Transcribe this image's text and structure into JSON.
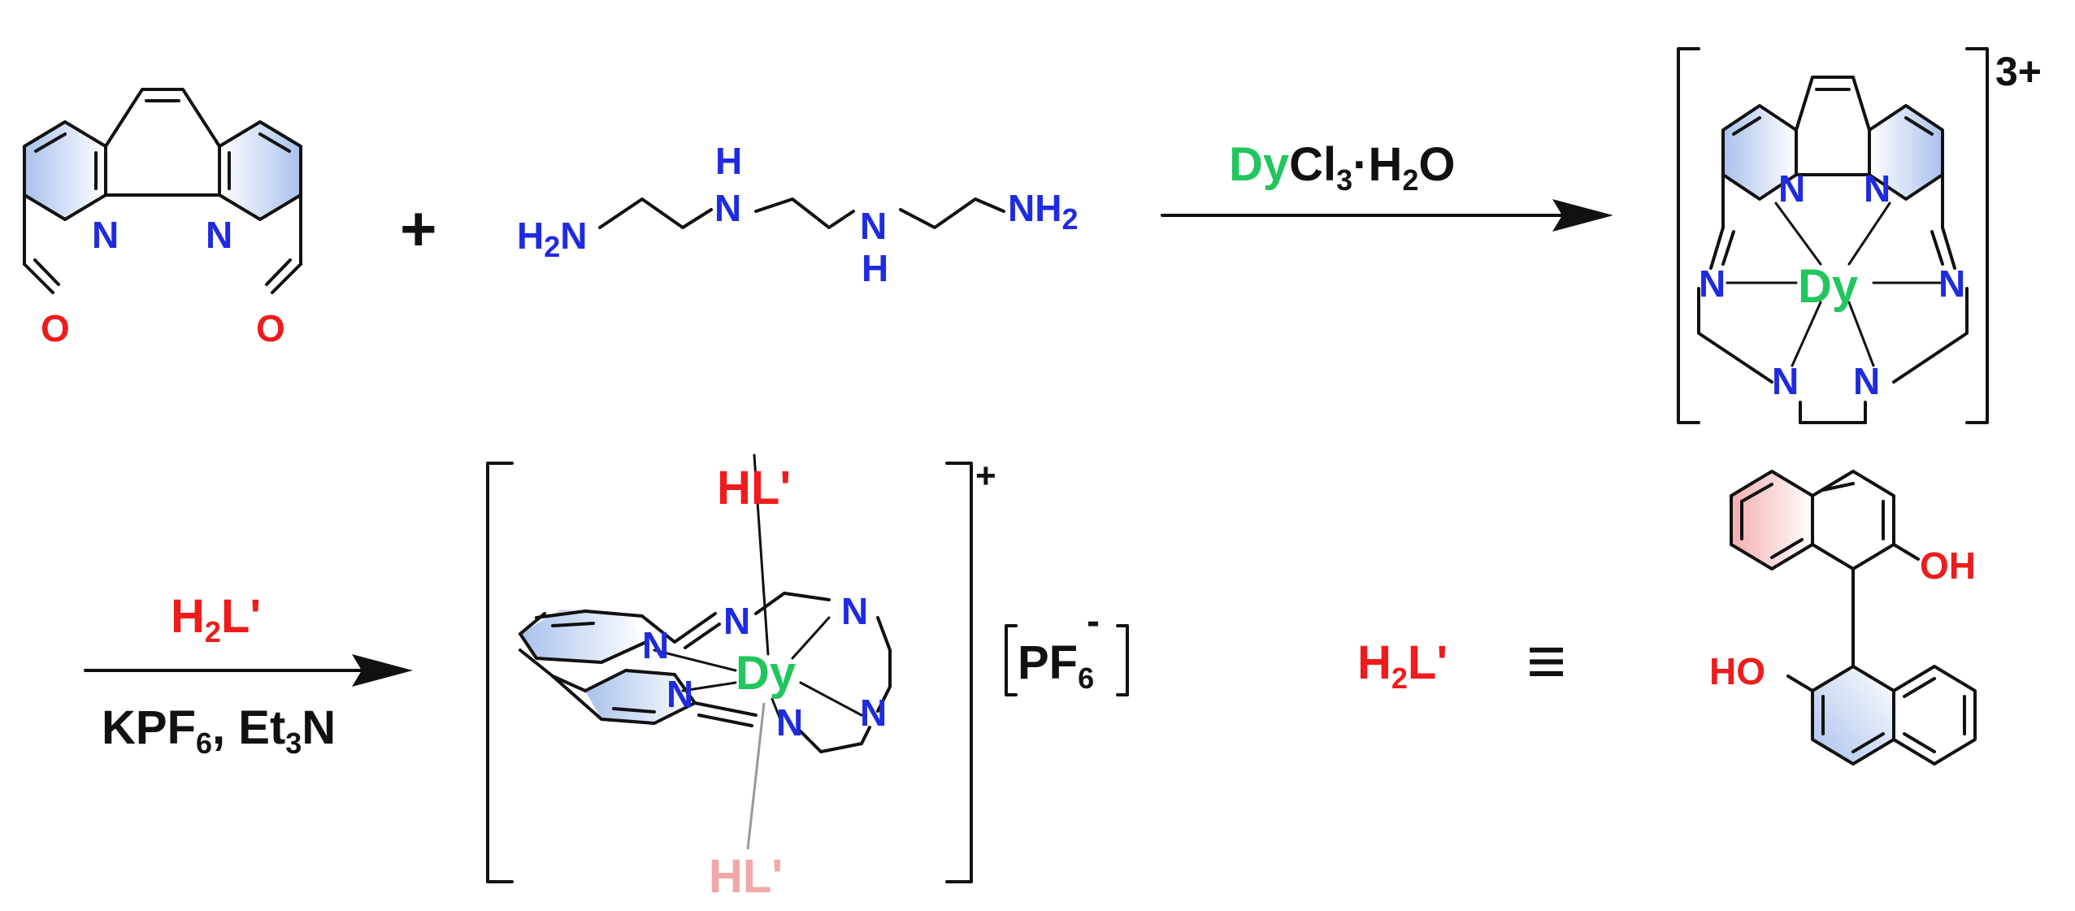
{
  "atoms": {
    "nitrogen": "N",
    "nitrogen_H": "H",
    "oxygen": "O",
    "h2n": "H",
    "h2n_sub": "2",
    "h2n_n": "N",
    "nh2_n": "NH",
    "nh2_sub": "2",
    "oh": "OH",
    "ho": "HO"
  },
  "reaction1": {
    "plus": "+",
    "reagent_metal": "Dy",
    "reagent_rest": "Cl",
    "reagent_sub3": "3",
    "reagent_dot_h": "·H",
    "reagent_sub2": "2",
    "reagent_o": "O",
    "product_charge": "3+",
    "product_metal": "Dy"
  },
  "reaction2": {
    "reagent_top_h": "H",
    "reagent_top_sub": "2",
    "reagent_top_l": "L'",
    "reagent_bottom_kpf": "KPF",
    "reagent_bottom_sub6": "6",
    "reagent_bottom_et": ", Et",
    "reagent_bottom_sub3": "3",
    "reagent_bottom_n": "N",
    "product_metal": "Dy",
    "ligand_top": "HL'",
    "ligand_bottom": "HL'",
    "product_charge": "+",
    "counterion_pf": "PF",
    "counterion_sub": "6",
    "counterion_charge": "-"
  },
  "definition": {
    "h": "H",
    "sub": "2",
    "l": "L'",
    "equiv": "≡"
  },
  "colors": {
    "nitrogen": "#1f2be0",
    "oxygen": "#ee1c1c",
    "dysprosium": "#22c55e",
    "ligand_red": "#ee1c1c",
    "ligand_faded": "#f2a8a8",
    "aromatic_blue": "#b9cdef",
    "aromatic_pink": "#f3b8b8",
    "bond": "#111111"
  }
}
